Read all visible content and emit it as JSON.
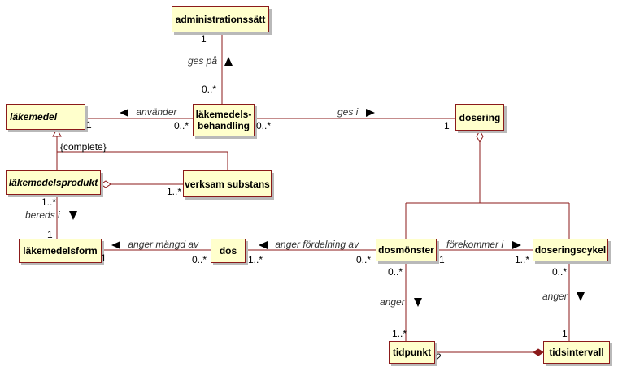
{
  "classes": {
    "administrationssatt": "administrationssätt",
    "lakemedel": "läkemedel",
    "lakemedelsbehandling_1": "läkemedels-",
    "lakemedelsbehandling_2": "behandling",
    "dosering": "dosering",
    "lakemedelsprodukt": "läkemedelsprodukt",
    "verksam_substans": "verksam substans",
    "lakemedelsform": "läkemedelsform",
    "dos": "dos",
    "dosmonster": "dosmönster",
    "doseringscykel": "doseringscykel",
    "tidpunkt": "tidpunkt",
    "tidsintervall": "tidsintervall"
  },
  "associations": {
    "ges_pa": "ges på",
    "anvander": "använder",
    "ges_i": "ges i",
    "bereds_i": "bereds i",
    "anger_mangd_av": "anger mängd av",
    "anger_fordelning_av": "anger fördelning av",
    "forekommer_i": "förekommer i",
    "anger_left": "anger",
    "anger_right": "anger"
  },
  "constraint": "{complete}",
  "multiplicities": {
    "admin_one": "1",
    "admin_behandling_many": "0..*",
    "lakemedel_one": "1",
    "anvander_many": "0..*",
    "gesi_many": "0..*",
    "dosering_one": "1",
    "substans_many": "1..*",
    "produkt_many": "1..*",
    "form_one_top": "1",
    "form_one_right": "1",
    "dos_left_many": "0..*",
    "dos_right_many": "1..*",
    "dosmonster_left_many": "0..*",
    "dosmonster_right_one": "1",
    "cykel_left_many": "1..*",
    "dosmonster_bottom_many": "0..*",
    "tidpunkt_top_many": "1..*",
    "cykel_bottom_many": "0..*",
    "tidsintervall_top_one": "1",
    "tidpunkt_two": "2"
  },
  "colors": {
    "class_fill": "#ffffcc",
    "class_border": "#8b1a1a",
    "line": "#8b1a1a",
    "shadow": "#b9b9b9"
  }
}
